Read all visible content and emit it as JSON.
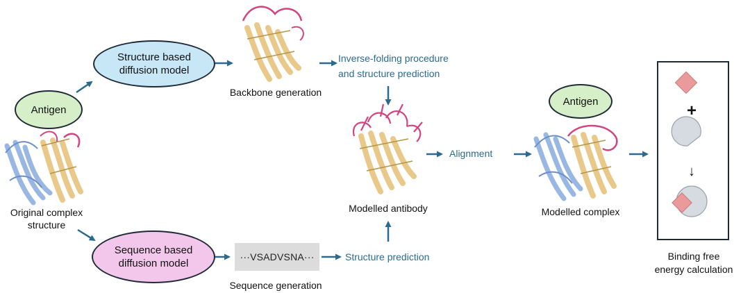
{
  "nodes": {
    "antigen_left": "Antigen",
    "structure_model": "Structure based\ndiffusion model",
    "sequence_model": "Sequence based\ndiffusion model",
    "antigen_right": "Antigen"
  },
  "labels": {
    "original_structure": "Original complex\nstructure",
    "backbone_generation": "Backbone generation",
    "sequence_generation": "Sequence generation",
    "modelled_antibody": "Modelled antibody",
    "modelled_complex": "Modelled complex",
    "binding_free_energy": "Binding free\nenergy calculation"
  },
  "steps": {
    "inverse_folding": "Inverse-folding procedure\nand structure prediction",
    "alignment": "Alignment",
    "structure_prediction": "Structure prediction"
  },
  "sequence_box": "···VSADVSNA···",
  "panel_symbols": {
    "plus": "+",
    "down_arrow": "↓"
  },
  "colors": {
    "antigen_fill": "#d6efc9",
    "structure_fill": "#c7e6f6",
    "sequence_fill": "#f3c7ec",
    "arrow": "#2b6a8e",
    "step_text": "#2b6a8e",
    "diamond": "#ea9a9a",
    "pacman": "#d5dbe0",
    "ribbon_gold": "#e9c98a",
    "ribbon_blue": "#8fb0e0",
    "loop_pink": "#d1447e"
  },
  "icons": [
    "protein-ribbon-icon",
    "diamond-ligand-icon",
    "pacman-receptor-icon",
    "complex-bound-icon"
  ]
}
